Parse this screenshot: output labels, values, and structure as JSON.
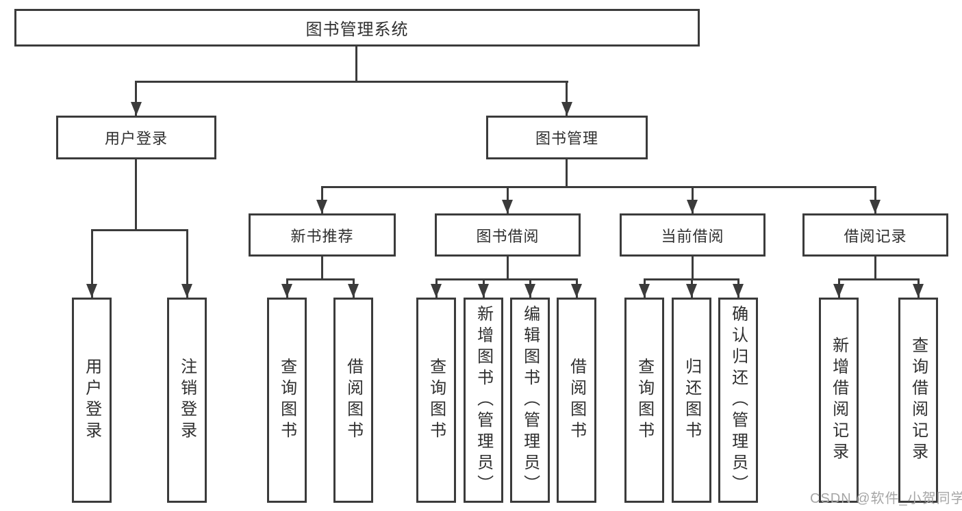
{
  "diagram_type": "hierarchy-tree",
  "tree": {
    "label": "图书管理系统",
    "children": [
      {
        "label": "用户登录",
        "children": [
          {
            "label": "用户登录"
          },
          {
            "label": "注销登录"
          }
        ]
      },
      {
        "label": "图书管理",
        "children": [
          {
            "label": "新书推荐",
            "children": [
              {
                "label": "查询图书"
              },
              {
                "label": "借阅图书"
              }
            ]
          },
          {
            "label": "图书借阅",
            "children": [
              {
                "label": "查询图书"
              },
              {
                "label": "新增图书（管理员）"
              },
              {
                "label": "编辑图书（管理员）"
              },
              {
                "label": "借阅图书"
              }
            ]
          },
          {
            "label": "当前借阅",
            "children": [
              {
                "label": "查询图书"
              },
              {
                "label": "归还图书"
              },
              {
                "label": "确认归还（管理员）"
              }
            ]
          },
          {
            "label": "借阅记录",
            "children": [
              {
                "label": "新增借阅记录"
              },
              {
                "label": "查询借阅记录"
              }
            ]
          }
        ]
      }
    ]
  },
  "watermark": {
    "text": "CSDN @软件_小贺同学"
  },
  "colors": {
    "line": "#3b3b3b",
    "text": "#2f2f2f",
    "watermark": "#a6a6a6",
    "background": "#ffffff"
  }
}
